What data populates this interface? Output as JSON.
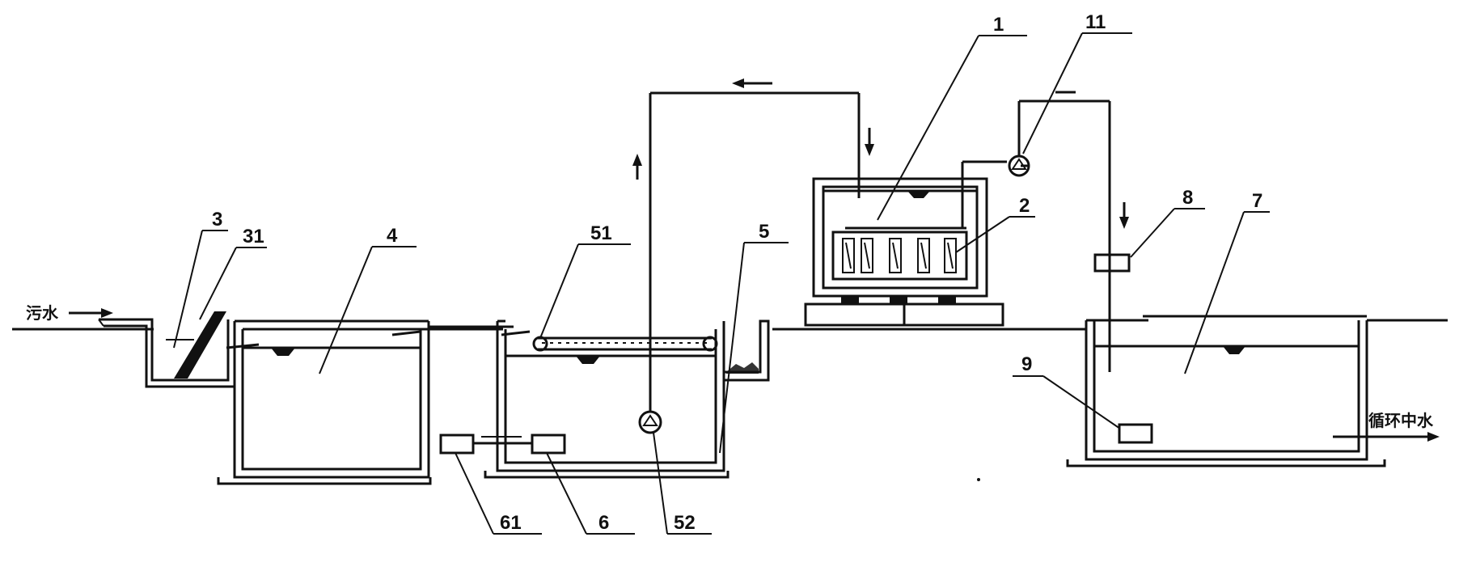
{
  "labels": {
    "l1": "1",
    "l2": "2",
    "l3": "3",
    "l31": "31",
    "l4": "4",
    "l5": "5",
    "l51": "51",
    "l52": "52",
    "l6": "6",
    "l61": "61",
    "l7": "7",
    "l8": "8",
    "l9": "9",
    "l11": "11"
  },
  "text": {
    "inlet": "污水",
    "outlet": "循环中水"
  },
  "colors": {
    "line": "#111111",
    "background": "#ffffff"
  }
}
